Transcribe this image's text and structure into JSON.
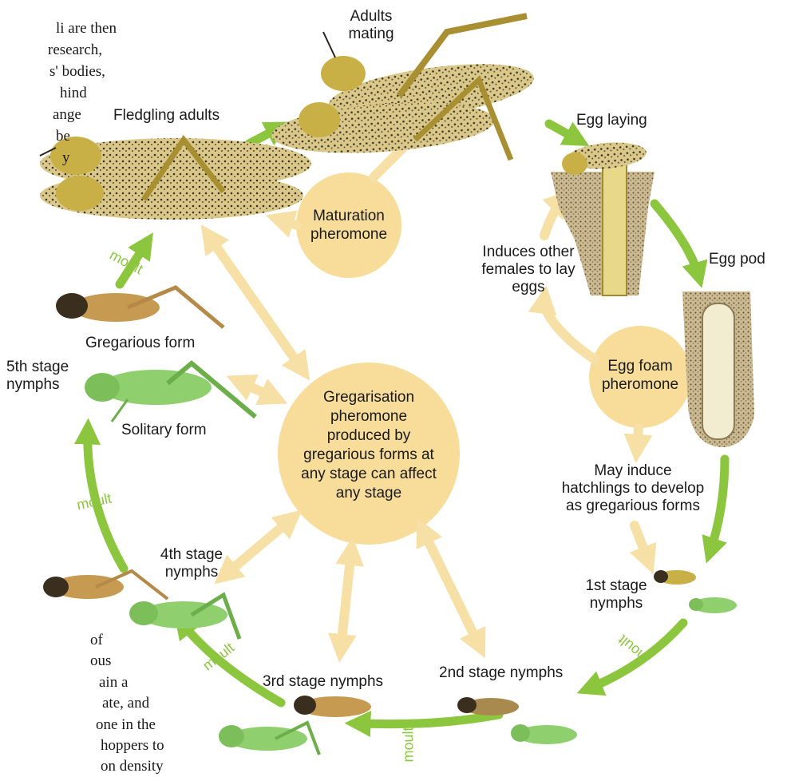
{
  "colors": {
    "green": "#8cc63f",
    "pheromone": "#f7dc9a",
    "pheromone_arrow": "#f6e0a6"
  },
  "body_text_right": [
    "li are then",
    "research,",
    "s' bodies,",
    "hind",
    "ange",
    "be",
    "y"
  ],
  "body_text_left": [
    "of",
    "ous",
    "ain  a",
    "ate,  and",
    "one in the",
    "hoppers to",
    "on density"
  ],
  "labels": {
    "adults_mating": [
      "Adults",
      "mating"
    ],
    "egg_laying": "Egg laying",
    "egg_pod": "Egg pod",
    "fledgling_adults": "Fledgling adults",
    "gregarious_form": "Gregarious form",
    "fifth_stage": [
      "5th stage",
      "nymphs"
    ],
    "solitary_form": "Solitary form",
    "fourth_stage": [
      "4th stage",
      "nymphs"
    ],
    "third_stage": "3rd stage nymphs",
    "second_stage": "2nd stage nymphs",
    "first_stage": [
      "1st stage",
      "nymphs"
    ],
    "induces": [
      "Induces other",
      "females to lay",
      "eggs"
    ],
    "may_induce": [
      "May induce",
      "hatchlings to develop",
      "as gregarious forms"
    ]
  },
  "pheromones": {
    "maturation": [
      "Maturation",
      "pheromone"
    ],
    "egg_foam": [
      "Egg foam",
      "pheromone"
    ],
    "gregarisation": [
      "Gregarisation",
      "pheromone",
      "produced by",
      "gregarious forms at",
      "any stage can affect",
      "any stage"
    ]
  },
  "moult_label": "moult",
  "icons": [
    "locust-adults-mating",
    "locust-egg-laying",
    "egg-pod",
    "locust-fledgling-adults",
    "locust-gregarious-nymph",
    "locust-solitary-nymph",
    "locust-4th-stage-nymphs",
    "locust-3rd-stage-nymphs",
    "locust-2nd-stage-nymphs",
    "locust-1st-stage-nymphs"
  ]
}
